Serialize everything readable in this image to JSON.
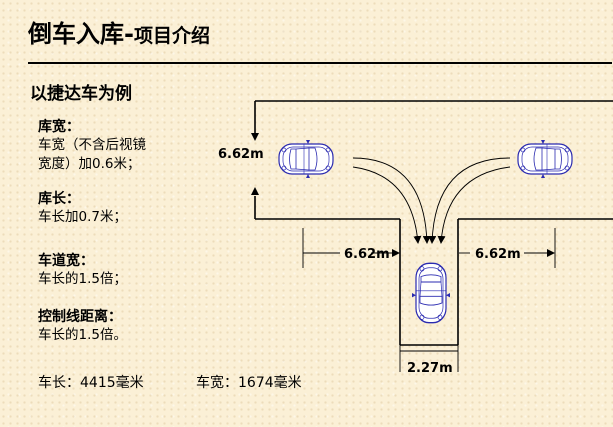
{
  "title": {
    "main": "倒车入库-",
    "sub": "项目介绍"
  },
  "subtitle": "以捷达车为例",
  "specs": [
    {
      "label": "库宽：",
      "value_lines": [
        "车宽（不含后视镜",
        "宽度）加0.6米；"
      ]
    },
    {
      "label": "库长：",
      "value_lines": [
        "车长加0.7米；"
      ]
    },
    {
      "label": "车道宽：",
      "value_lines": [
        "车长的1.5倍；"
      ]
    },
    {
      "label": "控制线距离：",
      "value_lines": [
        "车长的1.5倍。"
      ]
    }
  ],
  "footer": {
    "car_length": "车长：4415毫米",
    "car_width": "车宽：1674毫米"
  },
  "diagram": {
    "lane_width_label": "6.62m",
    "left_control_label": "6.62m",
    "right_control_label": "6.62m",
    "garage_width_label": "2.27m"
  },
  "colors": {
    "line": "#000000",
    "car": "#2a2ab0",
    "car_fill": "#ffffff"
  }
}
